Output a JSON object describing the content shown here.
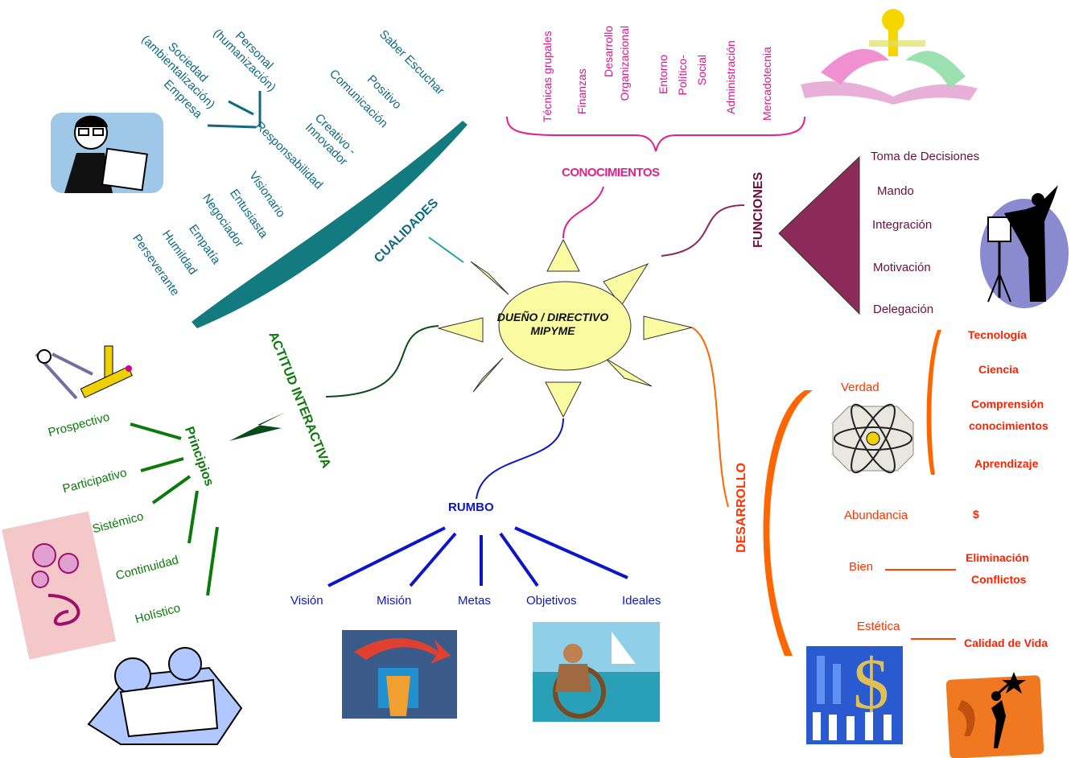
{
  "center": {
    "line1": "DUEÑO / DIRECTIVO",
    "line2": "MIPYME"
  },
  "branches": {
    "conocimientos": "CONOCIMIENTOS",
    "funciones": "FUNCIONES",
    "desarrollo": "DESARROLLO",
    "rumbo": "RUMBO",
    "actitud": "ACTITUD INTERACTIVA",
    "cualidades": "CUALIDADES"
  },
  "conocimientos_items": [
    "Técnicas grupales",
    "Finanzas",
    "Desarrollo Organizacional",
    "Entorno Político-Social",
    "Administración",
    "Mercadotecnia"
  ],
  "funciones_items": [
    "Toma de Decisiones",
    "Mando",
    "Integración",
    "Motivación",
    "Delegación"
  ],
  "cualidades": {
    "top": [
      "Saber Escuchar",
      "Positivo",
      "Comunicación",
      "Creativo - Innovador"
    ],
    "responsabilidad": "Responsabilidad",
    "resp_children": [
      "Personal (humanización)",
      "Sociedad (ambientalización)",
      "Empresa"
    ],
    "bottom": [
      "Visionario",
      "Entusiasta",
      "Negociador",
      "Empatía",
      "Humildad",
      "Perseverante"
    ]
  },
  "actitud": {
    "principios": "Principios",
    "items": [
      "Prospectivo",
      "Participativo",
      "Sistémico",
      "Continuidad",
      "Holístico"
    ]
  },
  "rumbo_items": [
    "Visión",
    "Misión",
    "Metas",
    "Objetivos",
    "Ideales"
  ],
  "desarrollo": {
    "verdad": "Verdad",
    "verdad_items": [
      "Tecnología",
      "Ciencia",
      "Comprensión",
      "conocimientos",
      "Aprendizaje"
    ],
    "abundancia": "Abundancia",
    "abundancia_item": "$",
    "bien": "Bien",
    "bien_items": [
      "Eliminación",
      "Conflictos"
    ],
    "estetica": "Estética",
    "estetica_item": "Calidad de Vida"
  },
  "colors": {
    "sun_fill": "#fafaa0",
    "teal": "#0e6a80",
    "pink": "#e0208c",
    "maroon": "#8c2a5a",
    "blue": "#0b16c8",
    "green": "#0b7a0b",
    "orange": "#ff5500"
  }
}
